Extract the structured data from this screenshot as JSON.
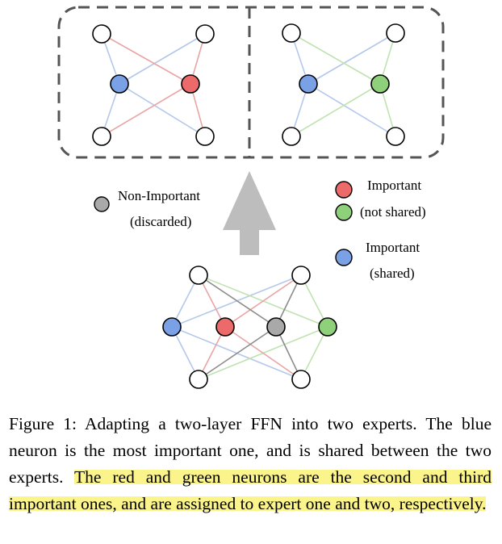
{
  "colors": {
    "blue": "#7aa0e6",
    "red": "#ec6a6a",
    "green": "#8ed17a",
    "gray": "#a9a9a9",
    "edge_blue": "#b3c8ea",
    "edge_red": "#eaa4a4",
    "edge_green": "#bfe3b0",
    "edge_gray": "#8c8c8c",
    "dashed_border": "#555555",
    "arrow": "#bdbdbd",
    "highlight": "#fbf48a"
  },
  "legend": {
    "non_important_line1": "Non-Important",
    "non_important_line2": "(discarded)",
    "important_not_shared_line1": "Important",
    "important_not_shared_line2": "(not shared)",
    "important_shared_line1": "Important",
    "important_shared_line2": "(shared)"
  },
  "caption": {
    "text": "Figure 1: Adapting a two-layer FFN into two experts. The blue neuron is the most important one, and is shared between the two experts. ",
    "highlighted": "The red and green neurons are the second and third important ones, and are assigned to expert one and two, respectively."
  }
}
